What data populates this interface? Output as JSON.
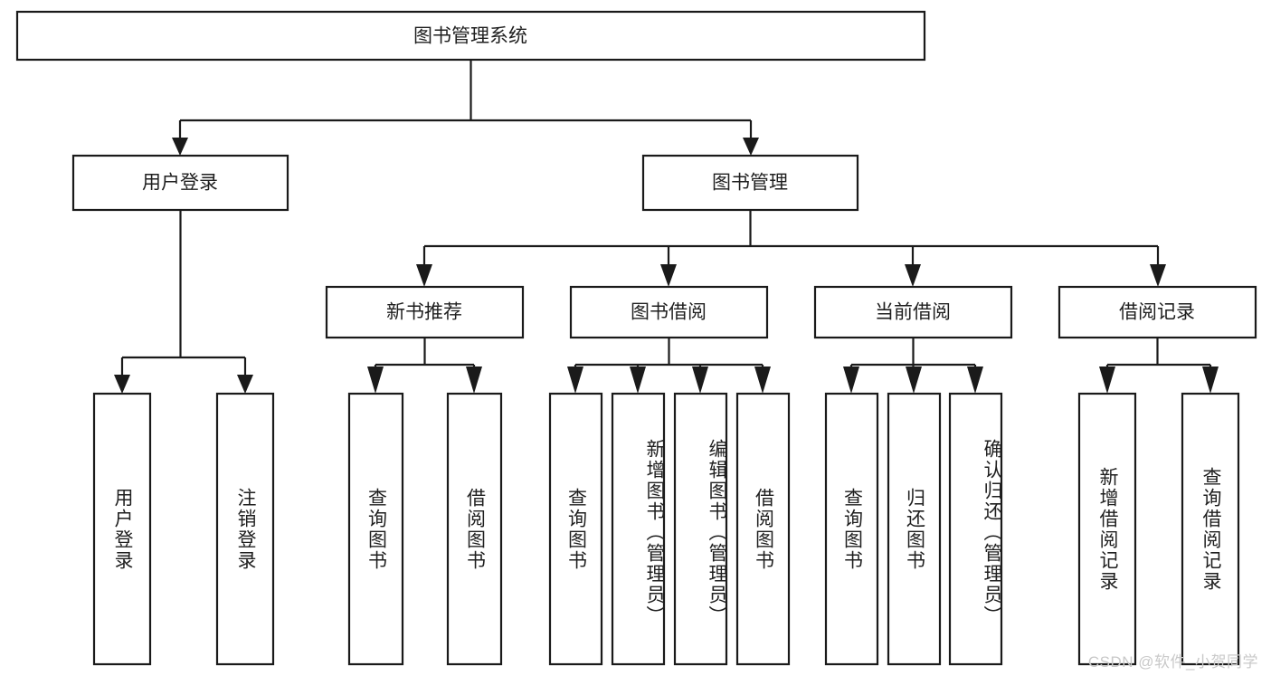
{
  "diagram": {
    "title": "图书管理系统",
    "type": "hierarchy-tree",
    "orientation": "top-down",
    "colors": {
      "box_stroke": "#1a1a1a",
      "box_fill": "#ffffff",
      "connector": "#1a1a1a",
      "label_text": "#1f1f1f",
      "watermark": "#c9c9c9",
      "background": "#ffffff"
    },
    "levels": [
      {
        "level": 1,
        "nodes": [
          {
            "id": "root",
            "label": "图书管理系统",
            "orientation": "horizontal"
          }
        ]
      },
      {
        "level": 2,
        "nodes": [
          {
            "id": "user-login",
            "label": "用户登录",
            "orientation": "horizontal",
            "parent": "root"
          },
          {
            "id": "book-manage",
            "label": "图书管理",
            "orientation": "horizontal",
            "parent": "root"
          }
        ]
      },
      {
        "level": 3,
        "nodes": [
          {
            "id": "new-book-rec",
            "label": "新书推荐",
            "orientation": "horizontal",
            "parent": "book-manage"
          },
          {
            "id": "book-borrow",
            "label": "图书借阅",
            "orientation": "horizontal",
            "parent": "book-manage"
          },
          {
            "id": "current-borrow",
            "label": "当前借阅",
            "orientation": "horizontal",
            "parent": "book-manage"
          },
          {
            "id": "borrow-record",
            "label": "借阅记录",
            "orientation": "horizontal",
            "parent": "book-manage"
          }
        ]
      },
      {
        "level": 4,
        "nodes": [
          {
            "id": "leaf-user-login",
            "label": "用户登录",
            "orientation": "vertical",
            "parent": "user-login"
          },
          {
            "id": "leaf-logout",
            "label": "注销登录",
            "orientation": "vertical",
            "parent": "user-login"
          },
          {
            "id": "leaf-query-book-1",
            "label": "查询图书",
            "orientation": "vertical",
            "parent": "new-book-rec"
          },
          {
            "id": "leaf-borrow-book-1",
            "label": "借阅图书",
            "orientation": "vertical",
            "parent": "new-book-rec"
          },
          {
            "id": "leaf-query-book-2",
            "label": "查询图书",
            "orientation": "vertical",
            "parent": "book-borrow"
          },
          {
            "id": "leaf-add-book",
            "label": "新增图书（管理员）",
            "orientation": "vertical",
            "parent": "book-borrow"
          },
          {
            "id": "leaf-edit-book",
            "label": "编辑图书（管理员）",
            "orientation": "vertical",
            "parent": "book-borrow"
          },
          {
            "id": "leaf-borrow-book-2",
            "label": "借阅图书",
            "orientation": "vertical",
            "parent": "book-borrow"
          },
          {
            "id": "leaf-query-book-3",
            "label": "查询图书",
            "orientation": "vertical",
            "parent": "current-borrow"
          },
          {
            "id": "leaf-return-book",
            "label": "归还图书",
            "orientation": "vertical",
            "parent": "current-borrow"
          },
          {
            "id": "leaf-confirm-return",
            "label": "确认归还（管理员）",
            "orientation": "vertical",
            "parent": "current-borrow"
          },
          {
            "id": "leaf-add-record",
            "label": "新增借阅记录",
            "orientation": "vertical",
            "parent": "borrow-record"
          },
          {
            "id": "leaf-query-record",
            "label": "查询借阅记录",
            "orientation": "vertical",
            "parent": "borrow-record"
          }
        ]
      }
    ],
    "edges": [
      {
        "from": "root",
        "to": "user-login"
      },
      {
        "from": "root",
        "to": "book-manage"
      },
      {
        "from": "book-manage",
        "to": "new-book-rec"
      },
      {
        "from": "book-manage",
        "to": "book-borrow"
      },
      {
        "from": "book-manage",
        "to": "current-borrow"
      },
      {
        "from": "book-manage",
        "to": "borrow-record"
      },
      {
        "from": "user-login",
        "to": "leaf-user-login"
      },
      {
        "from": "user-login",
        "to": "leaf-logout"
      },
      {
        "from": "new-book-rec",
        "to": "leaf-query-book-1"
      },
      {
        "from": "new-book-rec",
        "to": "leaf-borrow-book-1"
      },
      {
        "from": "book-borrow",
        "to": "leaf-query-book-2"
      },
      {
        "from": "book-borrow",
        "to": "leaf-add-book"
      },
      {
        "from": "book-borrow",
        "to": "leaf-edit-book"
      },
      {
        "from": "book-borrow",
        "to": "leaf-borrow-book-2"
      },
      {
        "from": "current-borrow",
        "to": "leaf-query-book-3"
      },
      {
        "from": "current-borrow",
        "to": "leaf-return-book"
      },
      {
        "from": "current-borrow",
        "to": "leaf-confirm-return"
      },
      {
        "from": "borrow-record",
        "to": "leaf-add-record"
      },
      {
        "from": "borrow-record",
        "to": "leaf-query-record"
      }
    ]
  },
  "watermark": {
    "text": "CSDN @软件_小贺同学"
  }
}
